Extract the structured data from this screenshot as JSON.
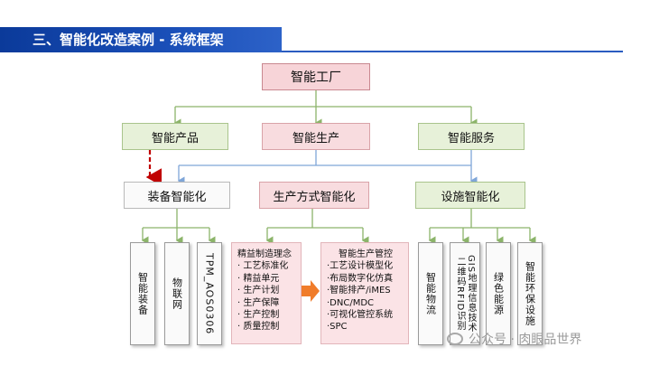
{
  "title": "三、智能化改造案例 - 系统框架",
  "root": "智能工厂",
  "level2": [
    "智能产品",
    "智能生产",
    "智能服务"
  ],
  "level3": [
    "装备智能化",
    "生产方式智能化",
    "设施智能化"
  ],
  "equipment_items": [
    "智能装备",
    "物联网",
    "TPM_AOS0306"
  ],
  "lean": {
    "header": "精益制造理念",
    "items": [
      "· 工艺标准化",
      "· 精益单元",
      "· 生产计划",
      "· 生产保障",
      "· 生产控制",
      "· 质量控制"
    ]
  },
  "control": {
    "header": "智能生产管控",
    "items": [
      "·工艺设计模型化",
      "·布局数字化仿真",
      "·智能排产/iMES",
      "·DNC/MDC",
      "·可视化管控系统",
      "·SPC"
    ]
  },
  "facility_items": [
    "智能物流",
    "二维码RFID识别",
    "GIS地理信息技术",
    "绿色能源",
    "智能环保设施"
  ],
  "watermark": "公众号 · 肉眼品世界",
  "colors": {
    "title_bg": "#1a4fb8",
    "pink": "#f8dcdf",
    "green": "#e7f1d9",
    "arrow_red": "#c00000",
    "arrow_orange": "#f07c2a"
  }
}
